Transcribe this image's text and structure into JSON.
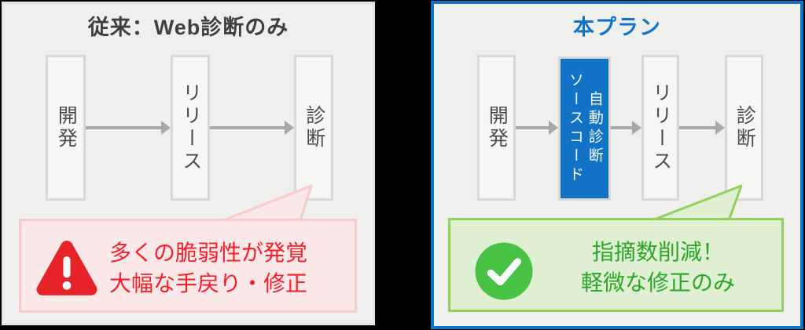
{
  "left_panel": {
    "title": "従来：Web診断のみ",
    "steps": [
      "開発",
      "リリース",
      "診断"
    ],
    "callout": {
      "icon": "warning-triangle-icon",
      "line1": "多くの脆弱性が発覚",
      "line2": "大幅な手戻り・修正"
    }
  },
  "right_panel": {
    "title": "本プラン",
    "steps": [
      "開発",
      "リリース",
      "診断"
    ],
    "highlight_step": {
      "left_column": "ソースコード",
      "right_column": "自動診断"
    },
    "callout": {
      "icon": "check-circle-icon",
      "line1": "指摘数削減！",
      "line2": "軽微な修正のみ"
    }
  },
  "colors": {
    "accent_blue": "#1273c4",
    "alert_red_text": "#f7202a",
    "warning_icon_fill": "#e62328",
    "pink_callout_bg": "#fce8e8",
    "pink_callout_border": "#f8caca",
    "success_green_text": "#2ca52c",
    "check_icon_fill": "#47c244",
    "green_callout_bg": "#def0d1",
    "green_callout_border": "#90d05f",
    "panel_bg": "#efefee",
    "box_border_gray": "#d9d8d6",
    "arrow_gray": "#a8a8a8",
    "dark_text": "#3f3f3f"
  }
}
